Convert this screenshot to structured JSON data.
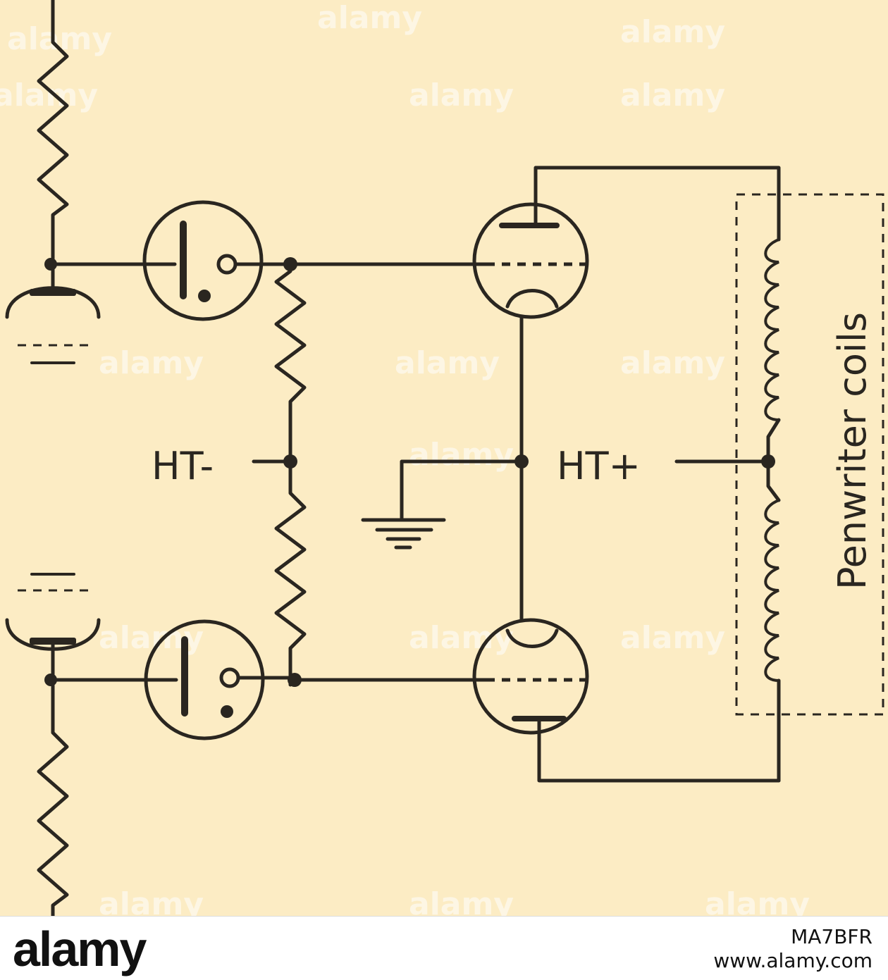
{
  "diagram": {
    "labels": {
      "ht_minus": "HT-",
      "ht_plus": "HT+",
      "penwriter": "Penwriter coils"
    },
    "colors": {
      "background": "#fcecc4",
      "ink": "#2a2620"
    }
  },
  "watermark": {
    "text": "alamy"
  },
  "footer": {
    "brand": "alamy",
    "image_id": "MA7BFR",
    "site_url": "www.alamy.com"
  }
}
